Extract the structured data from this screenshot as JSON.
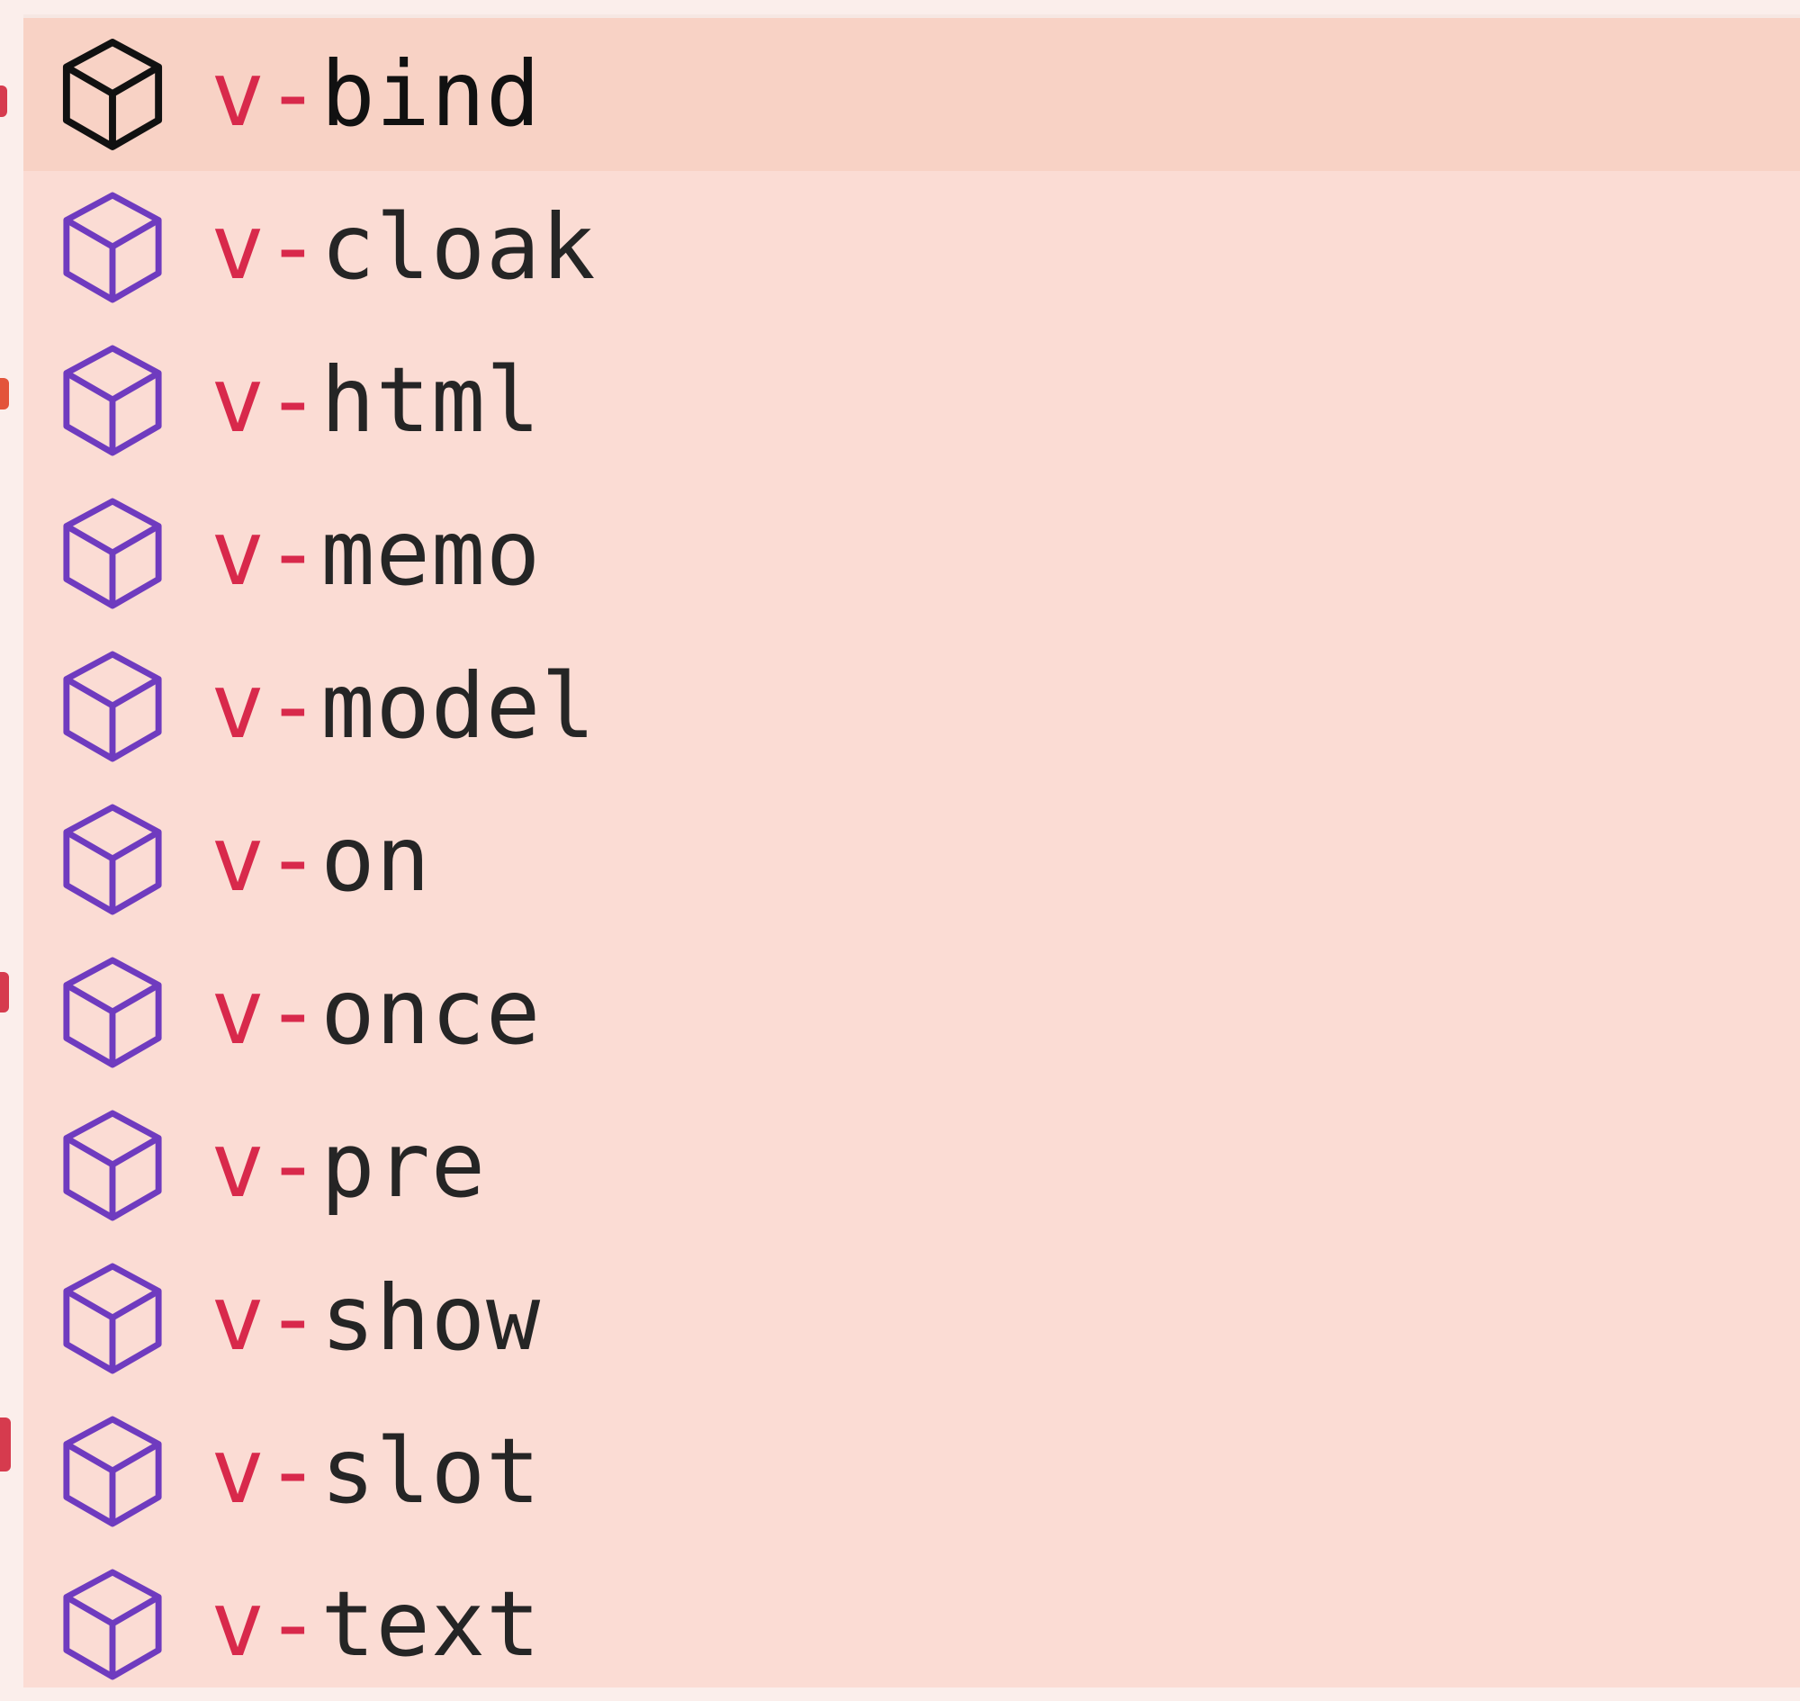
{
  "colors": {
    "background": "#fbeeeb",
    "widget_background": "#fbdcd4",
    "selected_row": "#f8d2c5",
    "match_prefix": "#d8294b",
    "suggestion_text": "#252525",
    "selected_icon": "#111111",
    "icon": "#6f3bbf"
  },
  "suggestions": [
    {
      "prefix": "v-",
      "name": "bind",
      "icon": "cube-icon",
      "selected": true
    },
    {
      "prefix": "v-",
      "name": "cloak",
      "icon": "cube-icon",
      "selected": false
    },
    {
      "prefix": "v-",
      "name": "html",
      "icon": "cube-icon",
      "selected": false
    },
    {
      "prefix": "v-",
      "name": "memo",
      "icon": "cube-icon",
      "selected": false
    },
    {
      "prefix": "v-",
      "name": "model",
      "icon": "cube-icon",
      "selected": false
    },
    {
      "prefix": "v-",
      "name": "on",
      "icon": "cube-icon",
      "selected": false
    },
    {
      "prefix": "v-",
      "name": "once",
      "icon": "cube-icon",
      "selected": false
    },
    {
      "prefix": "v-",
      "name": "pre",
      "icon": "cube-icon",
      "selected": false
    },
    {
      "prefix": "v-",
      "name": "show",
      "icon": "cube-icon",
      "selected": false
    },
    {
      "prefix": "v-",
      "name": "slot",
      "icon": "cube-icon",
      "selected": false
    },
    {
      "prefix": "v-",
      "name": "text",
      "icon": "cube-icon",
      "selected": false
    }
  ]
}
